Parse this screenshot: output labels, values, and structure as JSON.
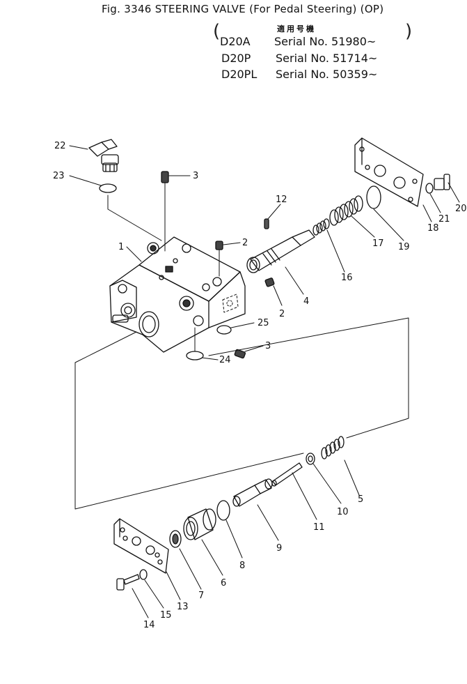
{
  "header": {
    "title": "Fig. 3346 STEERING VALVE (For Pedal Steering) (OP)",
    "applicability": "適用号機",
    "serials": [
      {
        "model": "D20A",
        "serial": "Serial No. 51980~"
      },
      {
        "model": "D20P",
        "serial": "Serial No. 51714~"
      },
      {
        "model": "D20PL",
        "serial": "Serial No. 50359~"
      }
    ]
  },
  "callouts": {
    "c1": "1",
    "c2a": "2",
    "c2b": "2",
    "c3a": "3",
    "c3b": "3",
    "c4": "4",
    "c5": "5",
    "c6": "6",
    "c7": "7",
    "c8": "8",
    "c9": "9",
    "c10": "10",
    "c11": "11",
    "c12": "12",
    "c13": "13",
    "c14": "14",
    "c15": "15",
    "c16": "16",
    "c17": "17",
    "c18": "18",
    "c19": "19",
    "c20": "20",
    "c21": "21",
    "c22": "22",
    "c23": "23",
    "c24": "24",
    "c25": "25"
  }
}
